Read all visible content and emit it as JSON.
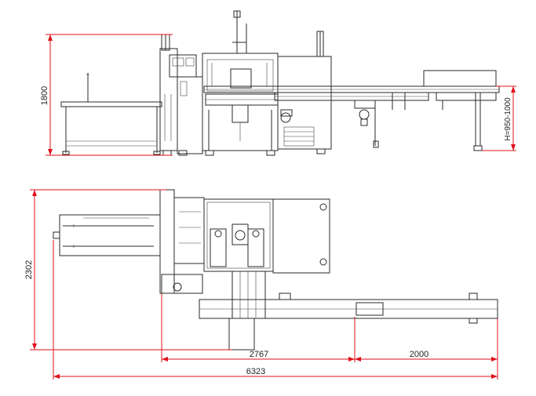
{
  "colors": {
    "dimension": "#e0101a",
    "machine": "#2a2a2a",
    "background": "#ffffff"
  },
  "front_view": {
    "height_label": "1800",
    "conveyor_height_label": "H=950-1000"
  },
  "top_view": {
    "depth_label": "2302",
    "main_length_label": "2767",
    "conveyor_length_label": "2000",
    "total_length_label": "6323"
  }
}
